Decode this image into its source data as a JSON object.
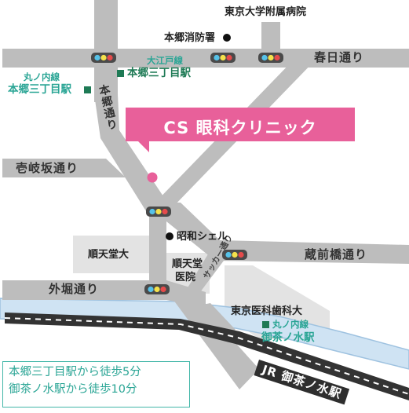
{
  "clinic": {
    "name": "CS 眼科クリニック"
  },
  "roads": {
    "kasuga": "春日通り",
    "hongo": "本郷通り",
    "ikizaka": "壱岐坂通り",
    "kuramaebashi": "蔵前橋通り",
    "sotobori": "外堀通り",
    "soccer": "サッカー通り"
  },
  "landmarks": {
    "tokyo_univ_hospital": "東京大学附属病院",
    "fire_station": "本郷消防署",
    "showa_shell": "昭和シェル",
    "juntendo_univ": "順天堂大",
    "juntendo_hospital_l1": "順天堂",
    "juntendo_hospital_l2": "医院",
    "tmdu": "東京医科歯科大"
  },
  "stations": {
    "hongo_oedo_line": "大江戸線",
    "hongo_oedo_name": "本郷三丁目駅",
    "hongo_marunouchi_line": "丸ノ内線",
    "hongo_marunouchi_name": "本郷三丁目駅",
    "ochanomizu_line": "丸ノ内線",
    "ochanomizu_name": "御茶ノ水駅",
    "jr_ochanomizu": "JR 御茶ノ水駅"
  },
  "access": {
    "line1": "本郷三丁目駅から徒歩5分",
    "line2": "御茶ノ水駅から徒歩10分"
  },
  "colors": {
    "road": "#bdbdbd",
    "block": "#e3e3e3",
    "river": "#cfe3f3",
    "river_edge": "#9ec2e0",
    "accent_pink": "#e8609a",
    "station_green": "#1e7a55",
    "teal_text": "#2aa595"
  }
}
